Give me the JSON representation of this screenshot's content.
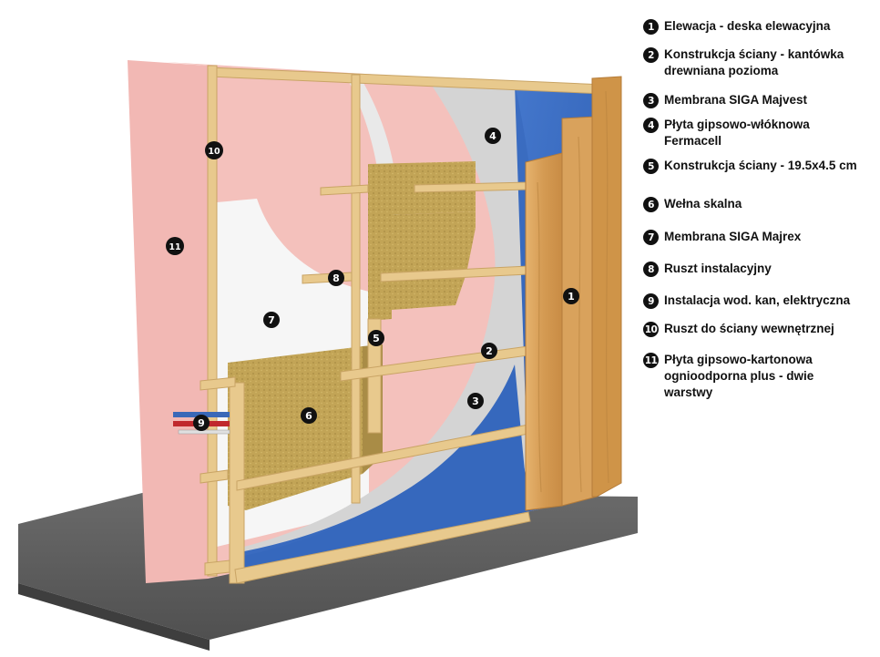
{
  "callouts": [
    {
      "number": "1",
      "label": "Elewacja - deska elewacyjna"
    },
    {
      "number": "2",
      "label": "Konstrukcja ściany - kantówka drewniana pozioma"
    },
    {
      "number": "3",
      "label": "Membrana SIGA Majvest"
    },
    {
      "number": "4",
      "label": "Płyta gipsowo-włóknowa Fermacell"
    },
    {
      "number": "5",
      "label": "Konstrukcja ściany - 19.5x4.5 cm"
    },
    {
      "number": "6",
      "label": "Wełna skalna"
    },
    {
      "number": "7",
      "label": "Membrana SIGA Majrex"
    },
    {
      "number": "8",
      "label": "Ruszt instalacyjny"
    },
    {
      "number": "9",
      "label": "Instalacja wod. kan, elektryczna"
    },
    {
      "number": "10",
      "label": "Ruszt do ściany wewnętrznej"
    },
    {
      "number": "11",
      "label": "Płyta gipsowo-kartonowa ognioodporna plus - dwie warstwy"
    }
  ],
  "colors": {
    "siding": "#d9a25c",
    "timber": "#e8c98d",
    "membrane_majvest": "#3b6fc4",
    "fermacell": "#d2d2d2",
    "rock_wool": "#c2a456",
    "membrane_majrex": "#f6f6f6",
    "drywall": "#f2b8b4",
    "floor": "#5c5c5c",
    "pipe_red": "#c0282d",
    "pipe_blue": "#3a68b8"
  }
}
